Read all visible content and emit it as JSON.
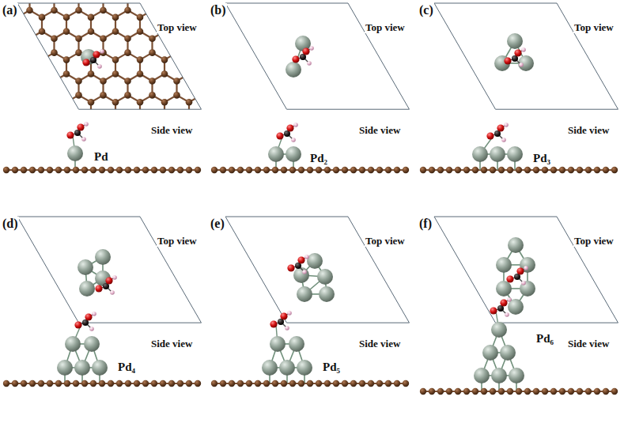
{
  "diagram": {
    "labels": [
      "(a)",
      "Top view",
      "Side view",
      "Pd",
      "(b)",
      "Top view",
      "Side view",
      "Pd₂",
      "(c)",
      "Top view",
      "Side view",
      "Pd₃",
      "(d)",
      "Top view",
      "Side view",
      "Pd₄",
      "(e)",
      "Top view",
      "Side view",
      "Pd₅",
      "(f)",
      "Top view",
      "Side view",
      "Pd₆"
    ]
  }
}
